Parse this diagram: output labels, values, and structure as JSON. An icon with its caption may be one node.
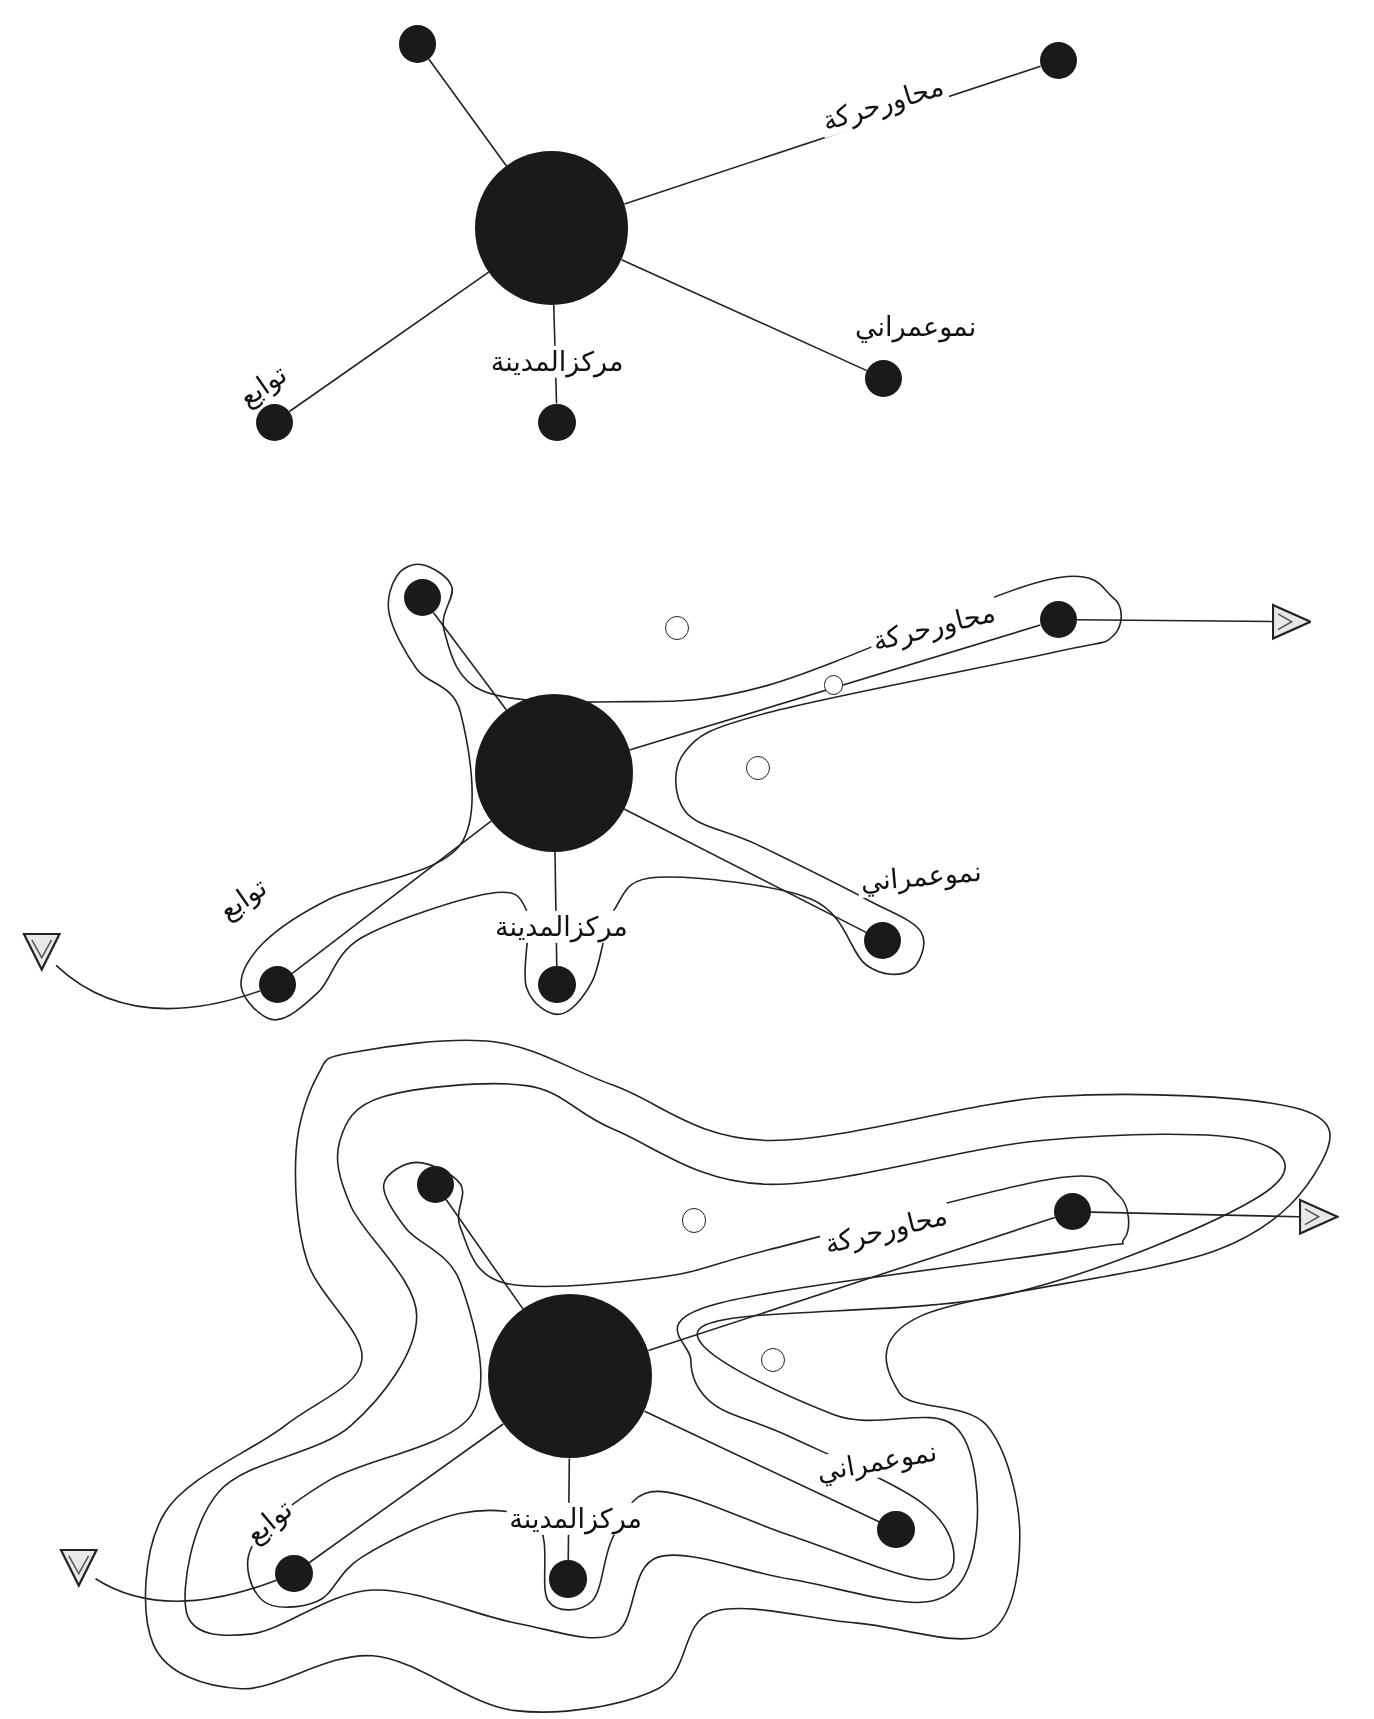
{
  "diagram": {
    "nodes": [
      {
        "text": [],
        "shape": "circle"
      },
      {
        "text": [],
        "shape": "circle"
      },
      {
        "text": [],
        "shape": "circle"
      },
      {
        "text": [],
        "shape": "circle"
      },
      {
        "text": [],
        "shape": "circle"
      },
      {
        "text": [],
        "shape": "circle"
      },
      {
        "text": [],
        "shape": "circle"
      },
      {
        "text": [],
        "shape": "circle"
      },
      {
        "text": [],
        "shape": "circle"
      },
      {
        "text": [],
        "shape": "circle"
      },
      {
        "text": [],
        "shape": "circle"
      },
      {
        "text": [],
        "shape": "circle"
      },
      {
        "text": [],
        "shape": "circle"
      },
      {
        "text": [],
        "shape": "circle"
      },
      {
        "text": [],
        "shape": "circle"
      },
      {
        "text": [],
        "shape": "triangle"
      },
      {
        "text": [],
        "shape": "triangle"
      },
      {
        "text": [],
        "shape": "circle"
      },
      {
        "text": [],
        "shape": "circle"
      },
      {
        "text": [],
        "shape": "circle"
      },
      {
        "text": [],
        "shape": "circle"
      },
      {
        "text": [],
        "shape": "circle"
      },
      {
        "text": [],
        "shape": "circle"
      },
      {
        "text": [],
        "shape": "circle"
      },
      {
        "text": [],
        "shape": "circle"
      },
      {
        "text": [],
        "shape": "triangle"
      },
      {
        "text": [],
        "shape": "triangle"
      }
    ],
    "edges": [
      {
        "from": 0,
        "to": 1,
        "arrow": "none"
      },
      {
        "from": 0,
        "to": 2,
        "arrow": "none"
      },
      {
        "from": 0,
        "to": 3,
        "arrow": "none"
      },
      {
        "from": 0,
        "to": 4,
        "arrow": "none"
      },
      {
        "from": 0,
        "to": 5,
        "arrow": "none"
      },
      {
        "from": 6,
        "to": 7,
        "arrow": "none"
      },
      {
        "from": 6,
        "to": 8,
        "arrow": "none"
      },
      {
        "from": 6,
        "to": 9,
        "arrow": "none"
      },
      {
        "from": 6,
        "to": 10,
        "arrow": "none"
      },
      {
        "from": 6,
        "to": 11,
        "arrow": "none"
      },
      {
        "from": 8,
        "to": 15,
        "arrow": "none"
      },
      {
        "from": 11,
        "to": 16,
        "arrow": "none"
      },
      {
        "from": 17,
        "to": 18,
        "arrow": "none"
      },
      {
        "from": 17,
        "to": 19,
        "arrow": "none"
      },
      {
        "from": 17,
        "to": 20,
        "arrow": "none"
      },
      {
        "from": 17,
        "to": 21,
        "arrow": "none"
      },
      {
        "from": 17,
        "to": 22,
        "arrow": "none"
      },
      {
        "from": 19,
        "to": 25,
        "arrow": "none"
      },
      {
        "from": 22,
        "to": 26,
        "arrow": "none"
      }
    ],
    "labels": [
      "محاورحركة",
      "نموعمراني",
      "توابع",
      "مركزالمدينة",
      "محاورحركة",
      "نموعمراني",
      "توابع",
      "مركزالمدينة",
      "محاورحركة",
      "نموعمراني",
      "توابع",
      "مركزالمدينة"
    ]
  }
}
